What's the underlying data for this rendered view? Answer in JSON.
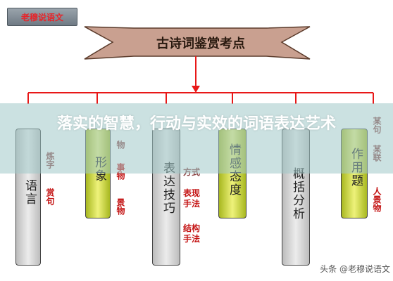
{
  "logo": {
    "text": "老穆说语文"
  },
  "diagram": {
    "title": "古诗词鉴赏考点",
    "branches": [
      {
        "main": "语言",
        "notes": [
          "炼字",
          "赏句"
        ]
      },
      {
        "main": "形象",
        "notes": [
          "物",
          "事物",
          "景物"
        ]
      },
      {
        "main": "表达技巧",
        "notes": [
          "方式",
          "表现手法",
          "结构手法"
        ]
      },
      {
        "main": "情感态度",
        "notes": []
      },
      {
        "main": "概括分析",
        "notes": []
      },
      {
        "main": "作用题",
        "notes": []
      }
    ],
    "right_notes": [
      "某句",
      "某联",
      "人景物"
    ]
  },
  "overlay": {
    "headline": "落实的智慧，行动与实效的词语表达艺术"
  },
  "watermark": {
    "text": "头条 @老穆说语文"
  },
  "colors": {
    "frame_red": "#e81818",
    "banner_bg": "#8ebfbf",
    "note_red": "#c41414"
  }
}
